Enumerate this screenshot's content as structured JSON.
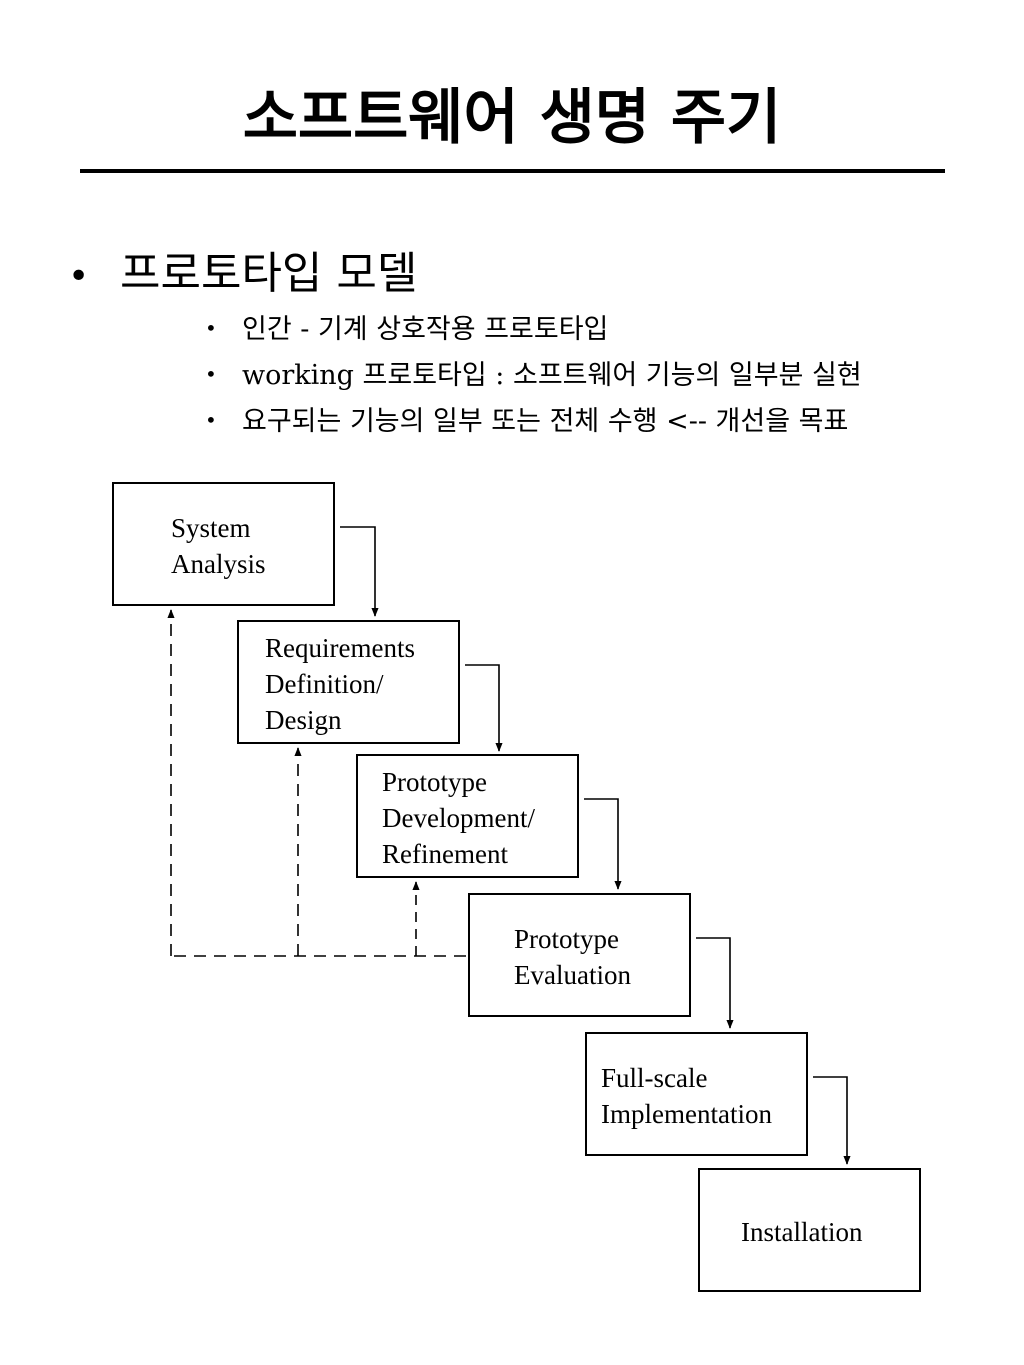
{
  "title": "소프트웨어 생명 주기",
  "section": {
    "heading": "프로토타입 모델",
    "items": [
      "인간 - 기계 상호작용 프로토타입",
      "working 프로토타입 : 소프트웨어 기능의 일부분 실현",
      "요구되는 기능의 일부 또는 전체 수행 <-- 개선을 목표"
    ]
  },
  "diagram": {
    "boxes": [
      {
        "lines": [
          "System",
          "Analysis"
        ]
      },
      {
        "lines": [
          "Requirements",
          "Definition/",
          "Design"
        ]
      },
      {
        "lines": [
          "Prototype",
          "Development/",
          "Refinement"
        ]
      },
      {
        "lines": [
          "Prototype",
          "Evaluation"
        ]
      },
      {
        "lines": [
          "Full-scale",
          "Implementation"
        ]
      },
      {
        "lines": [
          "Installation"
        ]
      }
    ]
  }
}
